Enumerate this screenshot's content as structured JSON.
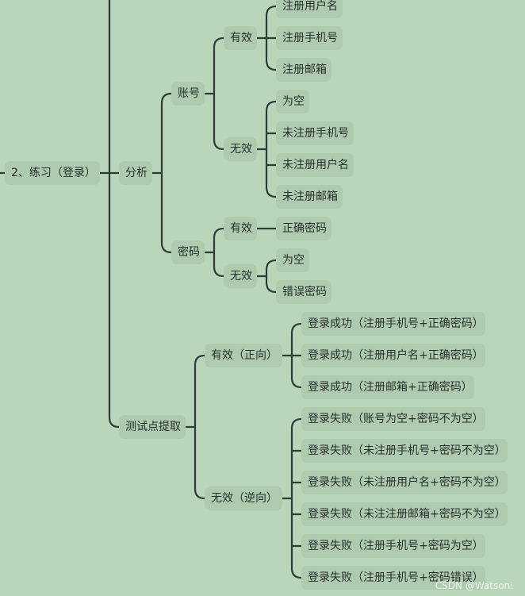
{
  "nodes": {
    "root": "2、练习（登录）",
    "analysis": "分析",
    "account": "账号",
    "account_valid": "有效",
    "reg_username": "注册用户名",
    "reg_phone": "注册手机号",
    "reg_email": "注册邮箱",
    "account_invalid": "无效",
    "empty_1": "为空",
    "unreg_phone": "未注册手机号",
    "unreg_username": "未注册用户名",
    "unreg_email": "未注册邮箱",
    "password": "密码",
    "password_valid": "有效",
    "correct_password": "正确密码",
    "password_invalid": "无效",
    "empty_2": "为空",
    "wrong_password": "错误密码",
    "test_points": "测试点提取",
    "valid_positive": "有效（正向）",
    "success_1": "登录成功（注册手机号+正确密码）",
    "success_2": "登录成功（注册用户名+正确密码）",
    "success_3": "登录成功（注册邮箱+正确密码）",
    "invalid_negative": "无效（逆向）",
    "fail_1": "登录失败（账号为空+密码不为空）",
    "fail_2": "登录失败（未注册手机号+密码不为空）",
    "fail_3": "登录失败（未注册用户名+密码不为空）",
    "fail_4": "登录失败（未注注册邮箱+密码不为空）",
    "fail_5": "登录失败（注册手机号+密码为空）",
    "fail_6": "登录失败（注册手机号+密码错误）"
  },
  "watermark": "CSDN @Watson!"
}
